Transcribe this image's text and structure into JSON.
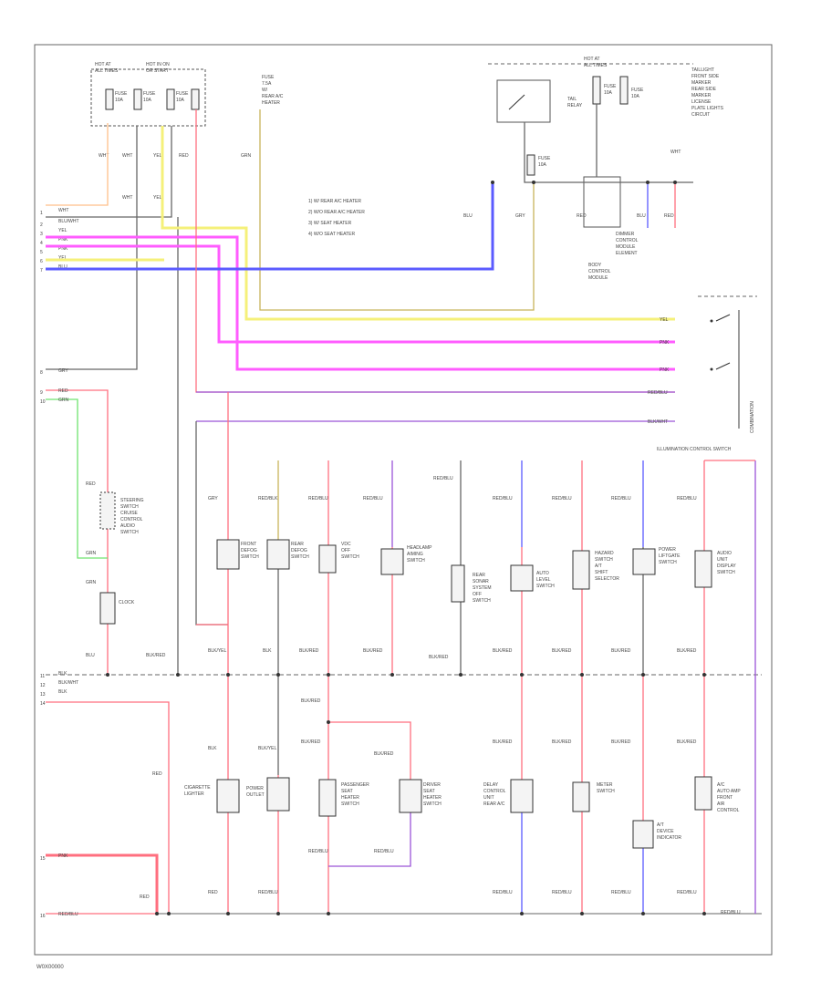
{
  "footer_id": "W0X00000",
  "colors": {
    "red": "#ff6f7f",
    "pink": "#ff5cff",
    "yellow": "#f5f07a",
    "blue": "#5b5bff",
    "green": "#6fe36f",
    "orange": "#ffbf8a",
    "purple": "#9b55d8",
    "gray": "#555555",
    "olive": "#c8b45a"
  },
  "legend_lines": [
    "1) W/ REAR A/C HEATER",
    "2) W/O REAR A/C HEATER",
    "3) W/ SEAT HEATER",
    "4) W/O SEAT HEATER"
  ],
  "right_side_label": "COMBINATION",
  "section_label": "ILLUMINATION CONTROL SWITCH"
}
